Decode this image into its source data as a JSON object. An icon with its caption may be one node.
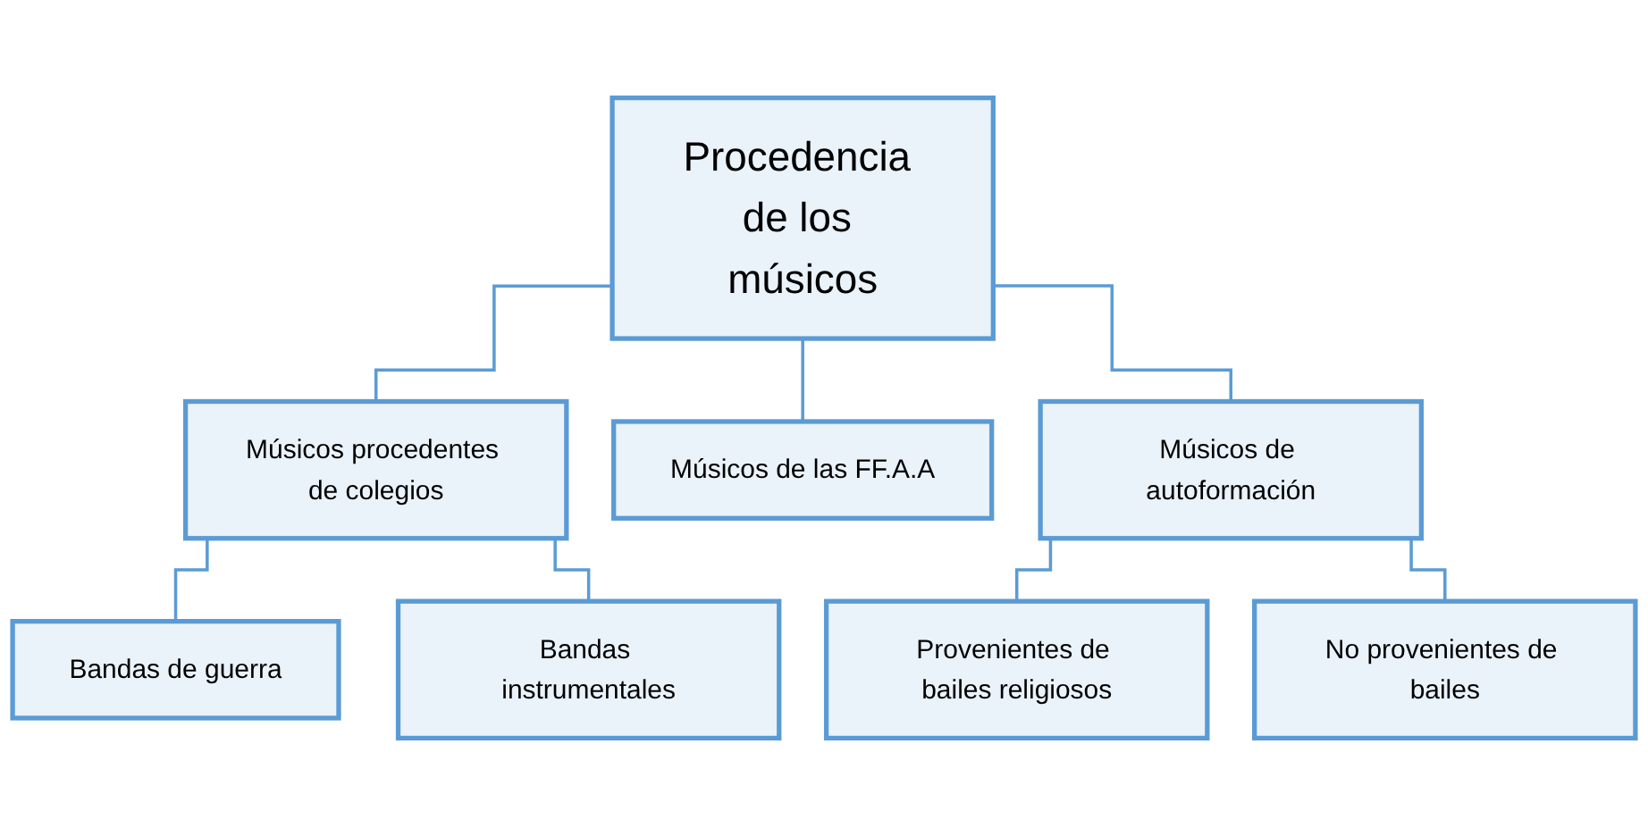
{
  "diagram": {
    "nodes": [
      {
        "text": [
          "Procedencia de los músicos"
        ]
      },
      {
        "text": [
          "Músicos procedentes de colegios"
        ]
      },
      {
        "text": [
          "Músicos de las FF.A.A"
        ]
      },
      {
        "text": [
          "Músicos de autoformación"
        ]
      },
      {
        "text": [
          "Bandas de guerra"
        ]
      },
      {
        "text": [
          "Bandas instrumentales"
        ]
      },
      {
        "text": [
          "Provenientes de bailes religiosos"
        ]
      },
      {
        "text": [
          "No provenientes de bailes"
        ]
      }
    ],
    "edges": [
      {
        "from": 0,
        "to": 1,
        "arrow": "none"
      },
      {
        "from": 0,
        "to": 2,
        "arrow": "none"
      },
      {
        "from": 0,
        "to": 3,
        "arrow": "none"
      },
      {
        "from": 1,
        "to": 4,
        "arrow": "none"
      },
      {
        "from": 1,
        "to": 5,
        "arrow": "none"
      },
      {
        "from": 3,
        "to": 6,
        "arrow": "none"
      },
      {
        "from": 3,
        "to": 7,
        "arrow": "none"
      }
    ]
  }
}
